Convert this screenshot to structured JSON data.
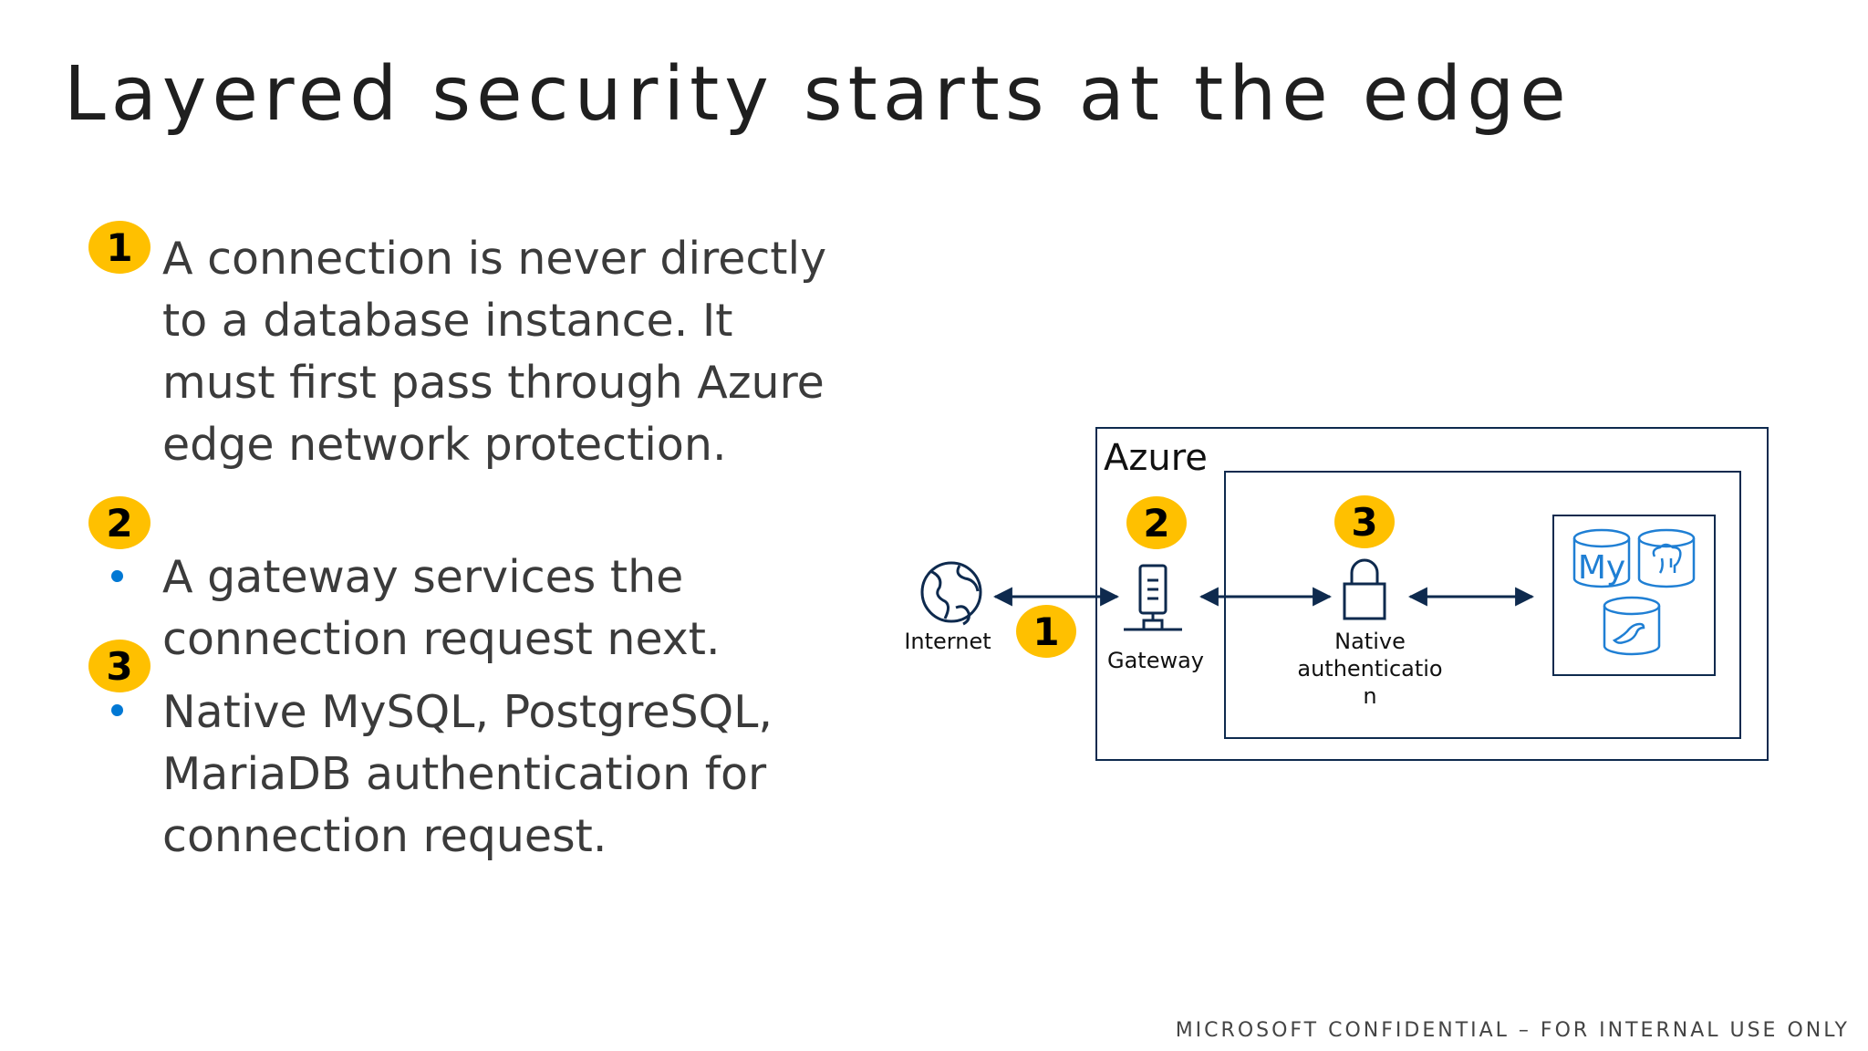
{
  "slide": {
    "title": "Layered security starts at the edge",
    "points": [
      "A connection is never directly to a database instance. It must first pass through Azure edge network protection.",
      "A gateway services the connection request next.",
      "Native MySQL, PostgreSQL, MariaDB authentication for connection request."
    ],
    "badges": [
      "1",
      "2",
      "3"
    ],
    "footer": "MICROSOFT CONFIDENTIAL – FOR INTERNAL USE ONLY"
  },
  "diagram": {
    "azure_label": "Azure",
    "internet_label": "Internet",
    "gateway_label": "Gateway",
    "auth_label_lines": [
      "Native",
      "authenticatio",
      "n"
    ],
    "mysql_glyph": "My",
    "badge_1": "1",
    "badge_2": "2",
    "badge_3": "3"
  },
  "colors": {
    "badge": "#ffc000",
    "bullet": "#0078d4",
    "diagram_line": "#0e2a4e",
    "db_icon": "#1f7fd4"
  }
}
